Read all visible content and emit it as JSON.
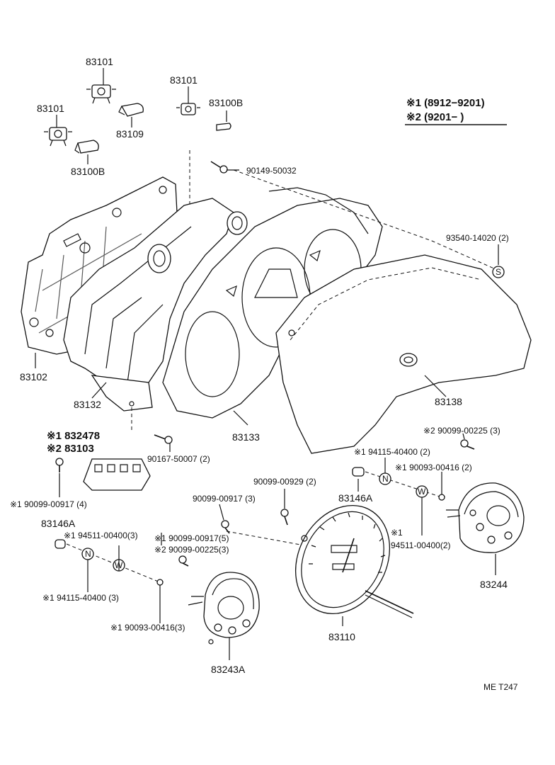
{
  "legend": {
    "line1": "※1 (8912−9201)",
    "line2": "※2 (9201−        )"
  },
  "parts": {
    "p83101a": "83101",
    "p83101b": "83101",
    "p83101c": "83101",
    "p83100Ba": "83100B",
    "p83100Bb": "83100B",
    "p83109": "83109",
    "p90149": "90149-50032",
    "p93540": "93540-14020 (2)",
    "p83102": "83102",
    "p83132": "83132",
    "p83133": "83133",
    "p83138": "83138",
    "p832478a": "※1 832478",
    "p832478b": "※2 83103",
    "p90167": "90167-50007 (2)",
    "p90099_917a": "※1 90099-00917 (4)",
    "p90099_225": "※2 90099-00225 (3)",
    "p94115a": "※1 94115-40400 (2)",
    "p90093a": "※1 90093-00416 (2)",
    "p90099_929": "90099-00929 (2)",
    "p83146Aa": "83146A",
    "p90099_917b": "90099-00917 (3)",
    "p83146Ab": "83146A",
    "p94511a": "※1 94511-00400(3)",
    "p90099_917c": "※1 90099-00917(5)",
    "p90099_225b": "※2 90099-00225(3)",
    "p94511b_1": "※1",
    "p94511b_2": "94511-00400(2)",
    "p94115b": "※1 94115-40400 (3)",
    "p90093b": "※1 90093-00416(3)",
    "p83110": "83110",
    "p83243A": "83243A",
    "p83244": "83244",
    "markS": "S",
    "markN1": "N",
    "markW1": "W",
    "markN2": "N",
    "markW2": "W",
    "footer": "ME  T247"
  }
}
